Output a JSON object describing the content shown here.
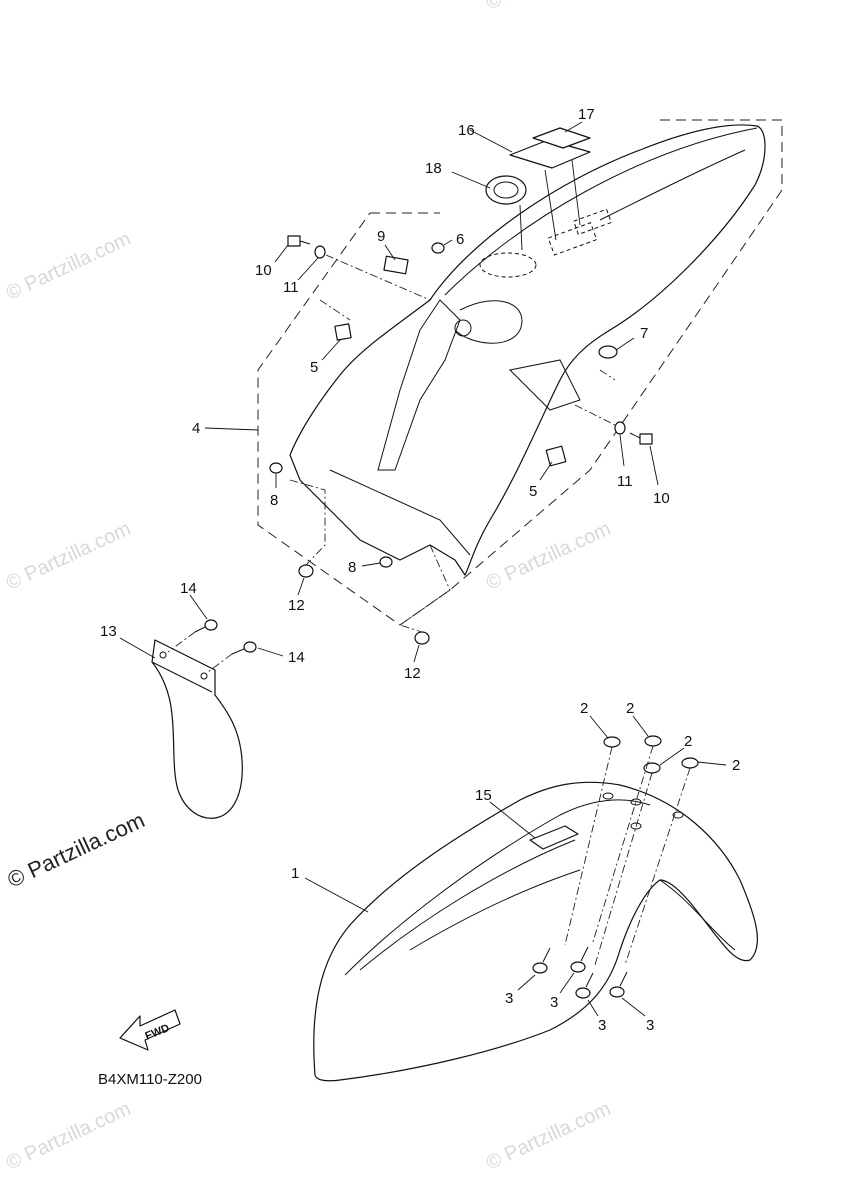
{
  "watermark": {
    "text": "© Partzilla.com"
  },
  "diagram_code": "B4XM110-Z200",
  "fwd_label": "FWD",
  "callouts": {
    "c1": "1",
    "c2a": "2",
    "c2b": "2",
    "c2c": "2",
    "c2d": "2",
    "c3a": "3",
    "c3b": "3",
    "c3c": "3",
    "c3d": "3",
    "c4": "4",
    "c5a": "5",
    "c5b": "5",
    "c6": "6",
    "c7": "7",
    "c8a": "8",
    "c8b": "8",
    "c9": "9",
    "c10a": "10",
    "c10b": "10",
    "c11a": "11",
    "c11b": "11",
    "c12a": "12",
    "c12b": "12",
    "c13": "13",
    "c14a": "14",
    "c14b": "14",
    "c15": "15",
    "c16": "16",
    "c17": "17",
    "c18": "18"
  }
}
